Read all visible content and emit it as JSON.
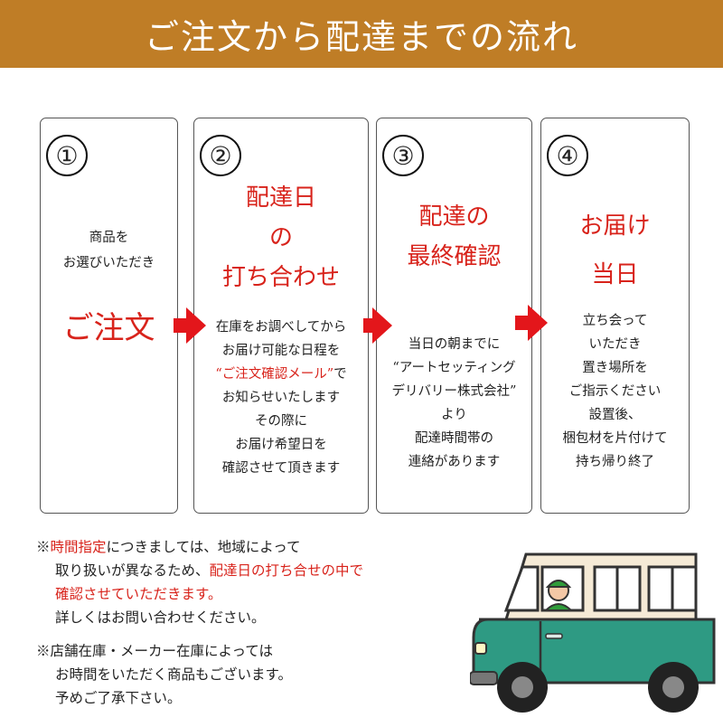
{
  "header": {
    "title": "ご注文から配達までの流れ"
  },
  "steps": [
    {
      "number": "①",
      "body_lines": [
        "商品を",
        "お選びいただき"
      ],
      "heading": "ご注文"
    },
    {
      "number": "②",
      "heading_lines": [
        "配達日",
        "の",
        "打ち合わせ"
      ],
      "body": {
        "l1": "在庫をお調べしてから",
        "l2": "お届け可能な日程を",
        "l3_red": "“ご注文確認メール”",
        "l3_rest": "で",
        "l4": "お知らせいたします",
        "l5": "その際に",
        "l6": "お届け希望日を",
        "l7": "確認させて頂きます"
      }
    },
    {
      "number": "③",
      "heading_lines": [
        "配達の",
        "最終確認"
      ],
      "body_lines": [
        "当日の朝までに",
        "“アートセッティング",
        "デリバリー株式会社”",
        "より",
        "配達時間帯の",
        "連絡があります"
      ]
    },
    {
      "number": "④",
      "heading_lines": [
        "お届け",
        "当日"
      ],
      "body_lines_a": [
        "立ち会って",
        "いただき",
        "置き場所を",
        "ご指示ください"
      ],
      "body_lines_b": [
        "設置後、",
        "梱包材を片付けて",
        "持ち帰り終了"
      ]
    }
  ],
  "notes": {
    "n1_mark": "※",
    "n1_red": "時間指定",
    "n1_rest": "につきましては、地域によって",
    "n1_l2a": "取り扱いが異なるため、",
    "n1_l2b_red": "配達日の打ち合せの中で",
    "n1_l3_red": "確認させていただきます。",
    "n1_l4": "詳しくはお問い合わせください。",
    "n2_l1": "※店舗在庫・メーカー在庫によっては",
    "n2_l2": "お時間をいただく商品もございます。",
    "n2_l3": "予めご了承下さい。"
  },
  "colors": {
    "banner": "#bf7d26",
    "accent_red": "#d8231b",
    "truck_body": "#2e9a83",
    "truck_roof": "#f5ead6"
  }
}
